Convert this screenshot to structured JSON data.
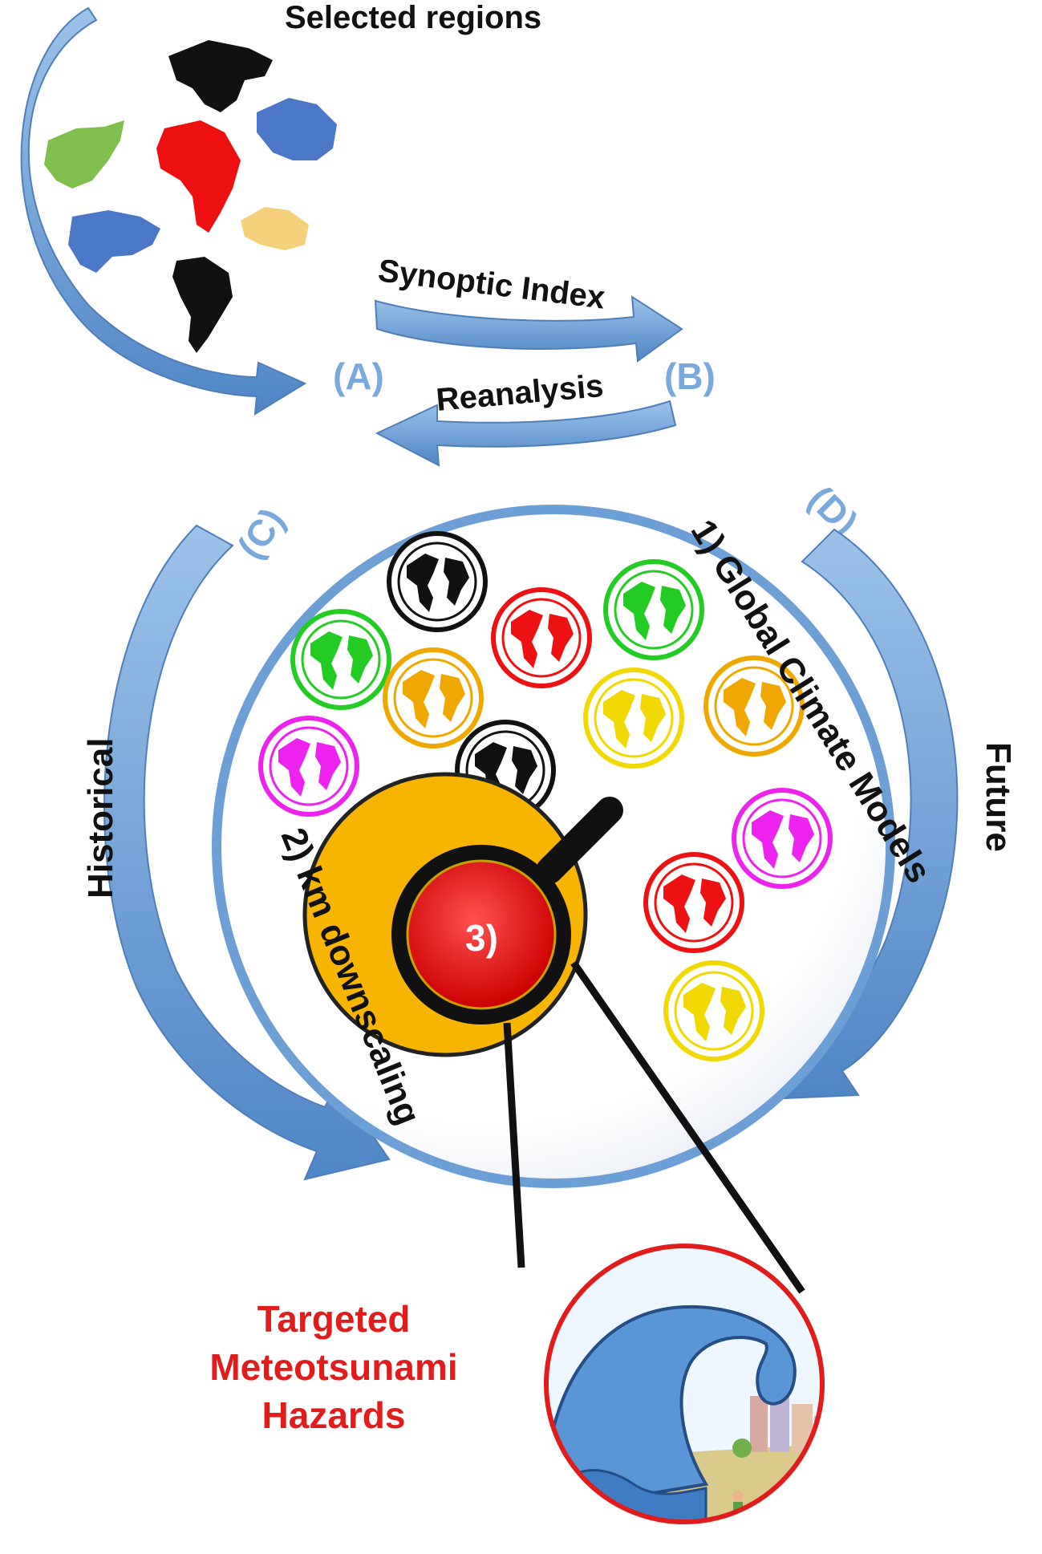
{
  "labels": {
    "selected_regions": "Selected regions",
    "synoptic_index": "Synoptic Index",
    "reanalysis": "Reanalysis",
    "a": "(A)",
    "b": "(B)",
    "c": "(C)",
    "d": "(D)",
    "historical": "Historical",
    "future": "Future",
    "global_climate_models": "1) Global Climate Models",
    "km_downscaling": "2) km downscaling",
    "step3": "3)",
    "targeted": "Targeted",
    "meteotsunami": "Meteotsunami",
    "hazards": "Hazards"
  },
  "colors": {
    "arrow_blue": "#6b9fd6",
    "label_blue": "#7aaadd",
    "hazard_red": "#e21b1b",
    "downscale_orange": "#f8b500",
    "black": "#111111"
  },
  "continents": [
    {
      "name": "north-america-map",
      "color": "#111111"
    },
    {
      "name": "europe-map",
      "color": "#7fbf4e"
    },
    {
      "name": "africa-map",
      "color": "#ee1010"
    },
    {
      "name": "antarctica-map",
      "color": "#4a78c6"
    },
    {
      "name": "asia-map",
      "color": "#4a78c6"
    },
    {
      "name": "australia-map",
      "color": "#f6cf7a"
    },
    {
      "name": "south-america-map",
      "color": "#111111"
    }
  ],
  "globe_models": [
    {
      "color": "#111111"
    },
    {
      "color": "#ee1111"
    },
    {
      "color": "#22cc22"
    },
    {
      "color": "#22cc22"
    },
    {
      "color": "#f0a800"
    },
    {
      "color": "#f0d800"
    },
    {
      "color": "#f0a800"
    },
    {
      "color": "#ee22ee"
    },
    {
      "color": "#111111"
    },
    {
      "color": "#ee22ee"
    },
    {
      "color": "#ee1111"
    },
    {
      "color": "#f0d800"
    }
  ]
}
